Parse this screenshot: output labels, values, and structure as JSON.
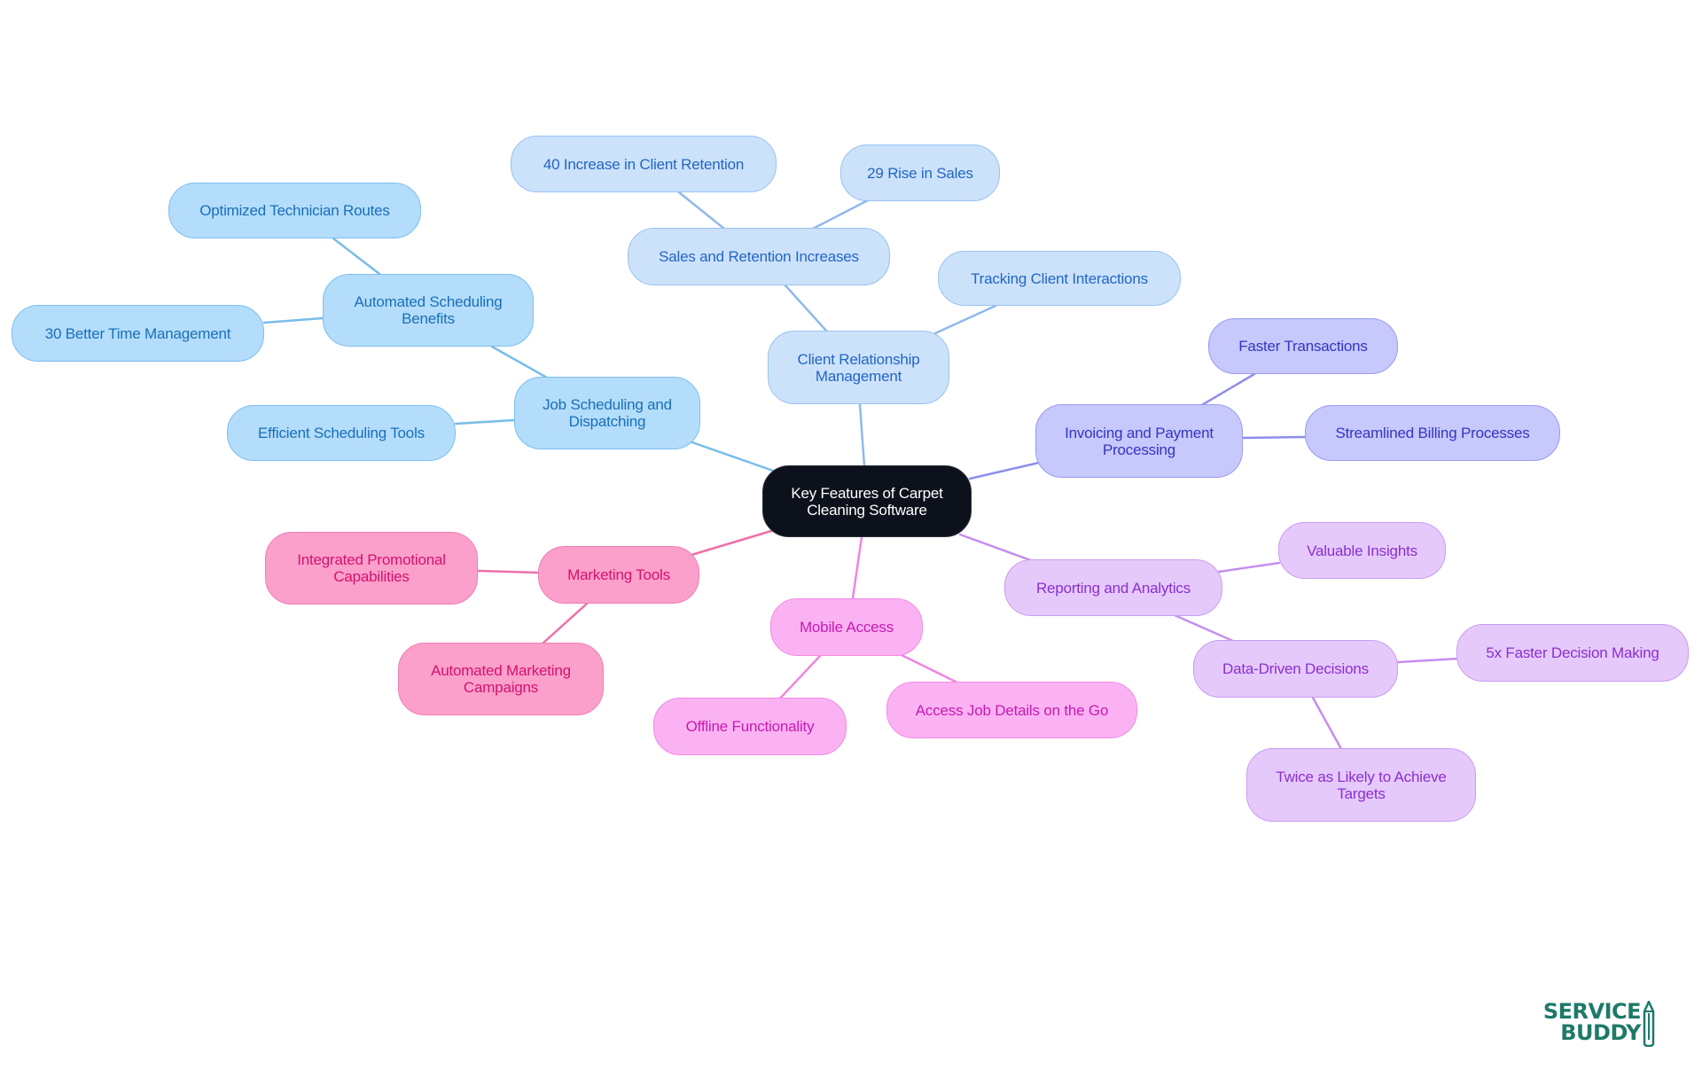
{
  "diagram": {
    "type": "mind-map",
    "root": {
      "id": "root",
      "label_line1": "Key Features of Carpet",
      "label_line2": "Cleaning Software"
    },
    "colors": {
      "blue": "#b3ddfb",
      "light_blue": "#cce2fb",
      "indigo": "#c7c8fb",
      "violet": "#e6c9fb",
      "pink": "#fbb2f3",
      "rose": "#fb9fcb",
      "root": "#0c111b"
    },
    "nodes": {
      "job_scheduling": {
        "line1": "Job Scheduling and",
        "line2": "Dispatching"
      },
      "efficient_scheduling": {
        "line1": "Efficient Scheduling Tools"
      },
      "automated_scheduling": {
        "line1": "Automated Scheduling",
        "line2": "Benefits"
      },
      "optimized_routes": {
        "line1": "Optimized Technician Routes"
      },
      "better_time": {
        "line1": "30 Better Time Management"
      },
      "crm": {
        "line1": "Client Relationship",
        "line2": "Management"
      },
      "sales_retention": {
        "line1": "Sales and Retention Increases"
      },
      "client_retention": {
        "line1": "40 Increase in Client Retention"
      },
      "rise_sales": {
        "line1": "29 Rise in Sales"
      },
      "tracking": {
        "line1": "Tracking Client Interactions"
      },
      "invoicing": {
        "line1": "Invoicing and Payment",
        "line2": "Processing"
      },
      "faster_transactions": {
        "line1": "Faster Transactions"
      },
      "streamlined_billing": {
        "line1": "Streamlined Billing Processes"
      },
      "reporting": {
        "line1": "Reporting and Analytics"
      },
      "valuable_insights": {
        "line1": "Valuable Insights"
      },
      "data_driven": {
        "line1": "Data-Driven Decisions"
      },
      "faster_decision": {
        "line1": "5x Faster Decision Making"
      },
      "twice_likely": {
        "line1": "Twice as Likely to Achieve",
        "line2": "Targets"
      },
      "mobile": {
        "line1": "Mobile Access"
      },
      "offline": {
        "line1": "Offline Functionality"
      },
      "access_job": {
        "line1": "Access Job Details on the Go"
      },
      "marketing": {
        "line1": "Marketing Tools"
      },
      "integrated_promo": {
        "line1": "Integrated Promotional",
        "line2": "Capabilities"
      },
      "automated_marketing": {
        "line1": "Automated Marketing",
        "line2": "Campaigns"
      }
    }
  },
  "logo": {
    "line1": "SERVICE",
    "line2": "BUDDY",
    "color": "#1d7a68"
  }
}
